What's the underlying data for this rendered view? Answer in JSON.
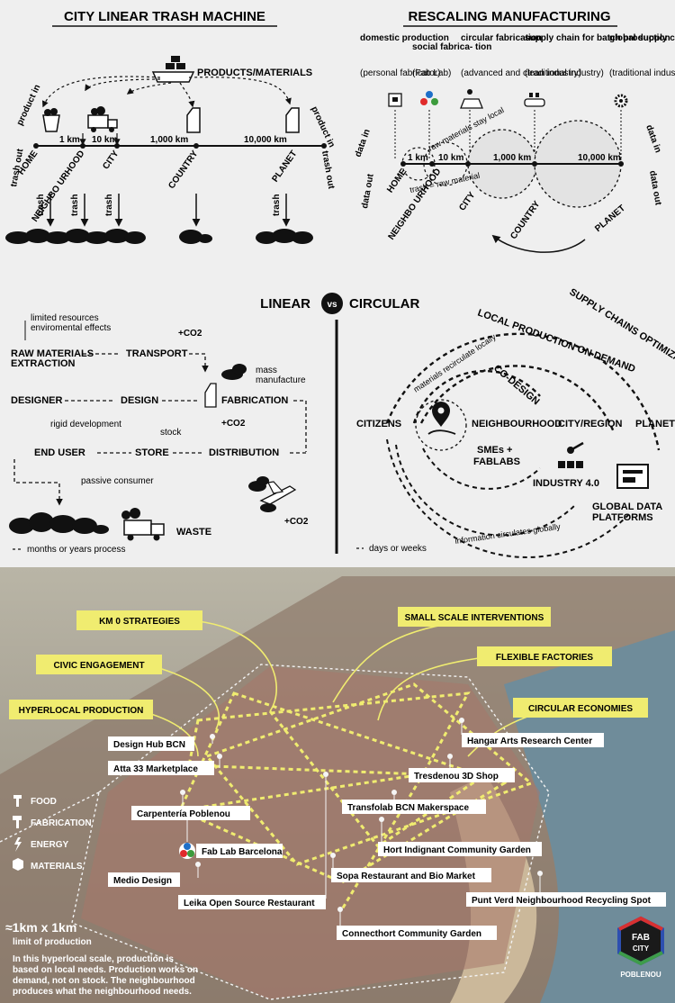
{
  "left_panel": {
    "title": "CITY LINEAR TRASH MACHINE",
    "products_label": "PRODUCTS/MATERIALS",
    "product_in": "product in",
    "trash_out": "trash out",
    "distances": [
      "1 km",
      "10 km",
      "1,000 km",
      "10,000 km"
    ],
    "scales": [
      "HOME",
      "NEIGHBO URHOOD",
      "CITY",
      "COUNTRY",
      "PLANET"
    ],
    "trash_label": "trash"
  },
  "right_panel": {
    "title": "RESCALING MANUFACTURING",
    "columns": [
      {
        "head": "domestic production",
        "sub": "(personal fabricator)"
      },
      {
        "head": "social fabrica- tion",
        "sub": "(Fab Lab)"
      },
      {
        "head": "circular fabrication",
        "sub": "(advanced and clean industry)"
      },
      {
        "head": "supply chain for batch production",
        "sub": "(traditional industry)"
      },
      {
        "head": "global supply chains",
        "sub": "(traditional industry)"
      }
    ],
    "data_in": "data in",
    "data_out": "data out",
    "raw_materials": "raw materials stay local",
    "trash_raw": "trash = raw material",
    "distances": [
      "1 km",
      "10 km",
      "1,000 km",
      "10,000 km"
    ],
    "scales": [
      "HOME",
      "NEIGHBO URHOOD",
      "CITY",
      "COUNTRY",
      "PLANET"
    ]
  },
  "linear": {
    "header_linear": "LINEAR",
    "header_vs": "vs",
    "header_circular": "CIRCULAR",
    "limited": "limited resources",
    "env": "enviromental effects",
    "co2": "+CO2",
    "raw": "RAW MATERIALS",
    "extraction": "EXTRACTION",
    "transport": "TRANSPORT",
    "mass": "mass",
    "manufacture": "manufacture",
    "designer": "DESIGNER",
    "design": "DESIGN",
    "fabrication": "FABRICATION",
    "rigid": "rigid development",
    "stock": "stock",
    "end_user": "END USER",
    "store": "STORE",
    "distribution": "DISTRIBUTION",
    "passive": "passive consumer",
    "waste": "WASTE",
    "months": "months or years process"
  },
  "circular": {
    "supply": "SUPPLY CHAINS OPTIMIZATION",
    "local": "LOCAL PRODUCTION ON DEMAND",
    "codesign": "CO-DESIGN",
    "recirculate": "materials recirculate locally",
    "citizens": "CITIZENS",
    "neighbourhood": "NEIGHBOURHOOD",
    "city_region": "CITY/REGION",
    "planet": "PLANET",
    "smes": "SMEs +",
    "fablabs": "FABLABS",
    "industry": "INDUSTRY 4.0",
    "global_data": "GLOBAL DATA",
    "platforms": "PLATFORMS",
    "info": "information circulates globally",
    "days": "days or weeks"
  },
  "map": {
    "callouts": [
      "KM 0 STRATEGIES",
      "SMALL SCALE INTERVENTIONS",
      "CIVIC ENGAGEMENT",
      "FLEXIBLE FACTORIES",
      "HYPERLOCAL PRODUCTION",
      "CIRCULAR ECONOMIES"
    ],
    "places": [
      "Design Hub BCN",
      "Atta 33 Marketplace",
      "Carpentería Poblenou",
      "Fab Lab Barcelona",
      "Medio Design",
      "Leika Open Source Restaurant",
      "Hangar Arts Research Center",
      "Tresdenou 3D Shop",
      "Transfolab BCN Makerspace",
      "Hort Indignant Community Garden",
      "Sopa Restaurant and Bio Market",
      "Punt Verd Neighbourhood Recycling Spot",
      "Connecthort Community Garden"
    ],
    "legend": [
      "FOOD",
      "FABRICATION",
      "ENERGY",
      "MATERIALS"
    ],
    "scale": "≈1km x 1km",
    "scale_sub": "limit of production",
    "desc": [
      "In this hyperlocal scale, production is",
      "based on local needs. Production works on",
      "demand, not on stock. The neighbourhood",
      "produces what the neighbourhood needs."
    ],
    "logo_fab": "FAB",
    "logo_city": "CITY",
    "logo_place": "POBLENOU"
  }
}
